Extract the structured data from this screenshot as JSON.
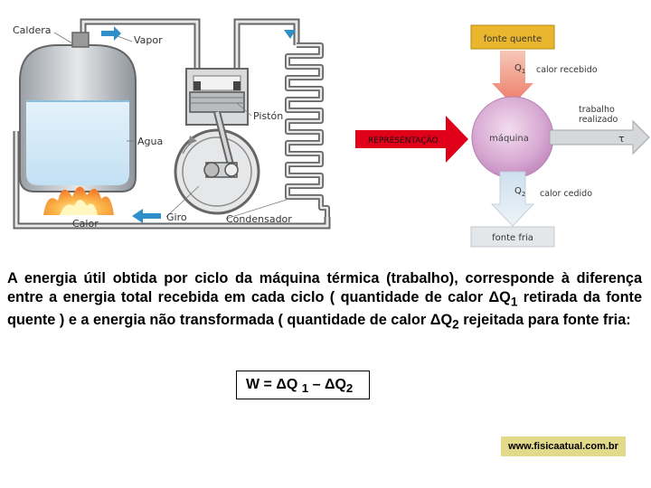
{
  "engine": {
    "caldera_label": "Caldera",
    "vapor_label": "Vapor",
    "piston_label": "Pistón",
    "agua_label": "Agua",
    "giro_label": "Giro",
    "condensador_label": "Condensador",
    "calor_label": "Calor"
  },
  "arrow_label": "REPRESENTAÇÃO",
  "representation": {
    "fonte_quente": "fonte quente",
    "q1": "Q",
    "q1_sub": "1",
    "calor_recebido": "calor recebido",
    "maquina": "máquina",
    "trabalho_line1": "trabalho",
    "trabalho_line2": "realizado",
    "tau": "τ",
    "q2": "Q",
    "q2_sub": "2",
    "calor_cedido": "calor cedido",
    "fonte_fria": "fonte fria"
  },
  "paragraph": {
    "part1": "A energia útil obtida por ciclo da máquina térmica (trabalho), corresponde à diferença entre a energia total recebida em cada ciclo ( quantidade de calor ΔQ",
    "sub1": "1",
    "part2": " retirada da fonte quente ) e a energia não transformada ( quantidade de calor ΔQ",
    "sub2": "2",
    "part3": " rejeitada para fonte fria:"
  },
  "formula": {
    "text": "W = ΔQ ",
    "sub1": "1",
    "minus": " – ΔQ",
    "sub2": "2"
  },
  "credit": "www.fisicaatual.com.br"
}
